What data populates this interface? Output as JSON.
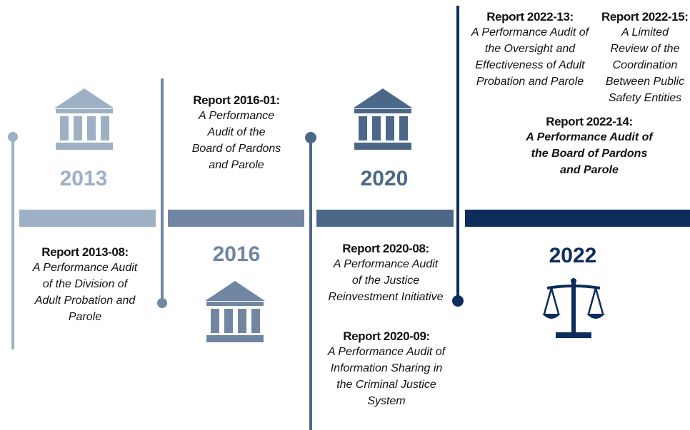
{
  "colors": {
    "c2013": "#9eb0c3",
    "c2016": "#7186a2",
    "c2020": "#4b6889",
    "c2022": "#0d2d5c"
  },
  "years": {
    "y2013": "2013",
    "y2016": "2016",
    "y2020": "2020",
    "y2022": "2022"
  },
  "icons": {
    "y2013": "courthouse-icon",
    "y2016": "courthouse-icon",
    "y2020": "courthouse-icon",
    "y2022": "scales-of-justice-icon"
  },
  "reports": {
    "r2013_08": {
      "title": "Report 2013-08:",
      "desc": "A Performance Audit of the Division of Adult Probation and Parole"
    },
    "r2016_01": {
      "title": "Report 2016-01:",
      "desc": "A Performance Audit of the Board of Pardons and Parole"
    },
    "r2020_08": {
      "title": "Report 2020-08:",
      "desc": "A Performance Audit of the Justice Reinvestment Initiative"
    },
    "r2020_09": {
      "title": "Report 2020-09:",
      "desc": "A Performance Audit of Information Sharing in the Criminal Justice System"
    },
    "r2022_13": {
      "title": "Report 2022-13:",
      "desc": "A Performance Audit of the Oversight and Effectiveness of Adult Probation and Parole"
    },
    "r2022_14": {
      "title": "Report 2022-14:",
      "desc": "A Performance Audit of the Board of Pardons and Parole"
    },
    "r2022_15": {
      "title": "Report 2022-15:",
      "desc": "A Limited Review of the Coordination Between Public Safety Entities"
    }
  }
}
